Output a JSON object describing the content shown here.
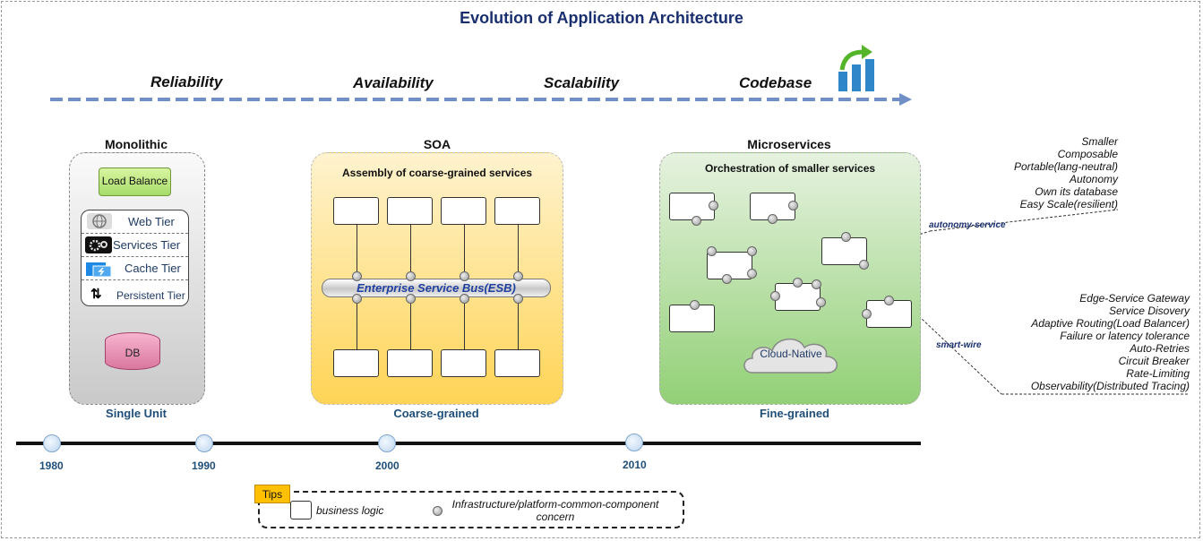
{
  "title": "Evolution of Application Architecture",
  "themes": [
    "Reliability",
    "Availability",
    "Scalability",
    "Codebase"
  ],
  "icons": {
    "trend": "bar-chart-up-arrow-icon"
  },
  "monolithic": {
    "header": "Monolithic",
    "footer": "Single Unit",
    "load_balance": "Load Balance",
    "tiers": [
      {
        "label": "Web Tier",
        "icon": "globe-icon"
      },
      {
        "label": "Services Tier",
        "icon": "gears-icon"
      },
      {
        "label": "Cache Tier",
        "icon": "cache-icon"
      },
      {
        "label": "Persistent Tier",
        "icon": "up-down-arrows-icon"
      }
    ],
    "db": "DB"
  },
  "soa": {
    "header": "SOA",
    "footer": "Coarse-grained",
    "subtitle": "Assembly of coarse-grained services",
    "esb": "Enterprise Service Bus(ESB)"
  },
  "microservices": {
    "header": "Microservices",
    "footer": "Fine-grained",
    "subtitle": "Orchestration of smaller services",
    "cloud": "Cloud-Native"
  },
  "features_top": [
    "Smaller",
    "Composable",
    "Portable(lang-neutral)",
    "Autonomy",
    "Own its database",
    "Easy Scale(resilient)"
  ],
  "features_bottom": [
    "Edge-Service Gateway",
    "Service Disovery",
    "Adaptive Routing(Load Balancer)",
    "Failure or latency tolerance",
    "Auto-Retries",
    "Circuit Breaker",
    "Rate-Limiting",
    "Observability(Distributed Tracing)"
  ],
  "callouts": {
    "autonomy": "autonomy-service",
    "smartwire": "smart-wire"
  },
  "timeline": {
    "years": [
      "1980",
      "1990",
      "2000",
      "2010"
    ]
  },
  "legend": {
    "tips": "Tips",
    "business": "business logic",
    "infra": "Infrastructure/platform-common-component concern"
  },
  "colors": {
    "title": "#1a2f6e",
    "arrow": "#6f8fc6",
    "soa": "#ffd456",
    "microservices": "#92d076",
    "db": "#d9779f"
  }
}
